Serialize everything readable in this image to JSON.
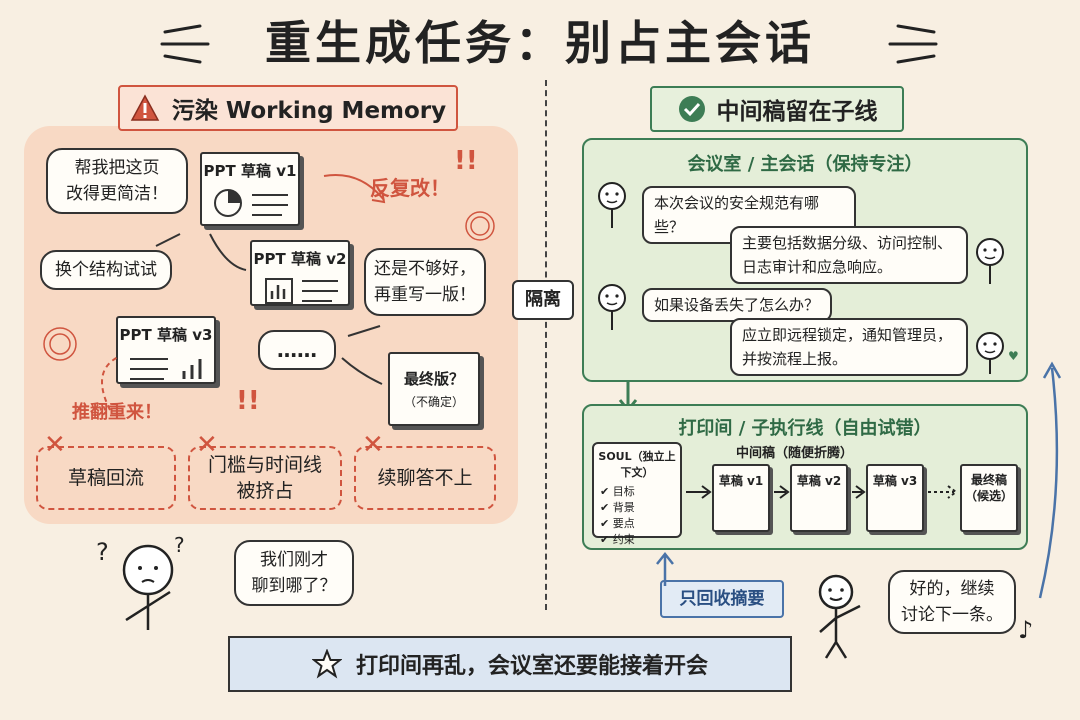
{
  "title": "重生成任务：别占主会话",
  "left": {
    "header": "污染 Working Memory",
    "bubble_request": "帮我把这页\n改得更简洁！",
    "bubble_restructure": "换个结构试试",
    "bubble_not_good": "还是不够好，\n再重写一版！",
    "bubble_dots": "……",
    "doc_v1": "PPT 草稿 v1",
    "doc_v2": "PPT 草稿 v2",
    "doc_v3": "PPT 草稿 v3",
    "doc_final_title": "最终版？",
    "doc_final_sub": "（不确定）",
    "note_repeat": "反复改！",
    "note_overturn": "推翻重来！",
    "problems": [
      "草稿回流",
      "门槛与时间线\n被挤占",
      "续聊答不上"
    ],
    "confused_bubble": "我们刚才\n聊到哪了？"
  },
  "isolation": "隔离",
  "right": {
    "header": "中间稿留在子线",
    "meeting_title": "会议室 / 主会话（保持专注）",
    "chats": [
      {
        "side": "left",
        "text": "本次会议的安全规范有哪些？"
      },
      {
        "side": "right",
        "text": "主要包括数据分级、访问控制、\n日志审计和应急响应。"
      },
      {
        "side": "left",
        "text": "如果设备丢失了怎么办？"
      },
      {
        "side": "right",
        "text": "应立即远程锁定，通知管理员，\n并按流程上报。"
      }
    ],
    "print_title": "打印间 / 子执行线（自由试错）",
    "soul_title": "SOUL（独立上下文）",
    "soul_items": [
      "✔ 目标",
      "✔ 背景",
      "✔ 要点",
      "✔ 约束"
    ],
    "drafts_label": "中间稿（随便折腾）",
    "drafts": [
      "草稿 v1",
      "草稿 v2",
      "草稿 v3"
    ],
    "final_draft": "最终稿\n（候选）",
    "summary_button": "只回收摘要",
    "ok_bubble": "好的，继续\n讨论下一条。"
  },
  "footer": "打印间再乱，会议室还要能接着开会",
  "colors": {
    "warning": "#d0553f",
    "green": "#3d7d55",
    "blue": "#4a73a8"
  }
}
